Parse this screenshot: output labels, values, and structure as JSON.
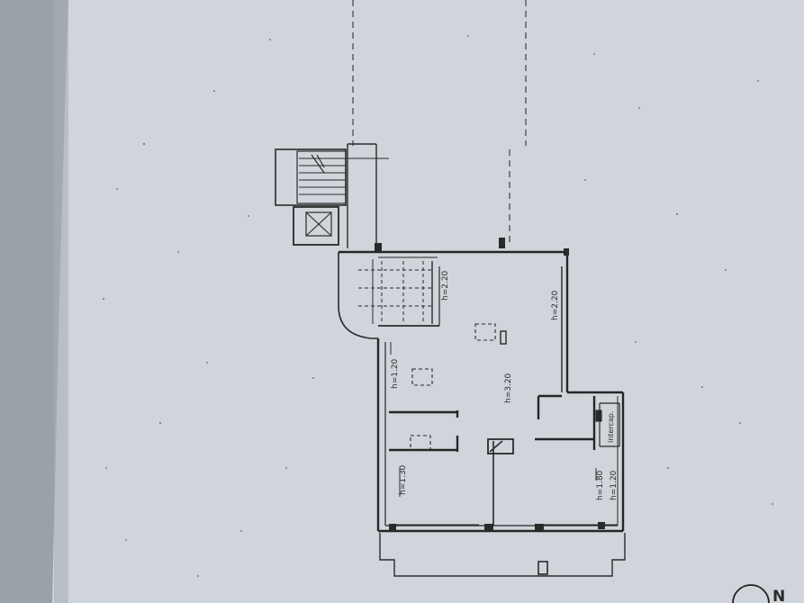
{
  "sheet": {
    "paper_color": "#cfd5da",
    "shadow_color": "#8c949b",
    "ink_color": "#2a2a2a"
  },
  "plan": {
    "height_labels": {
      "top_left_room": "h=2.20",
      "top_right_wall": "h=2.20",
      "left_room": "h=1.20",
      "center": "h=3.20",
      "bottom_left_room": "h=1.30",
      "right_room_a": "h=1.80",
      "right_room_b": "h=1.20"
    },
    "cavity_label": "intercap.",
    "north_marker": "N"
  }
}
